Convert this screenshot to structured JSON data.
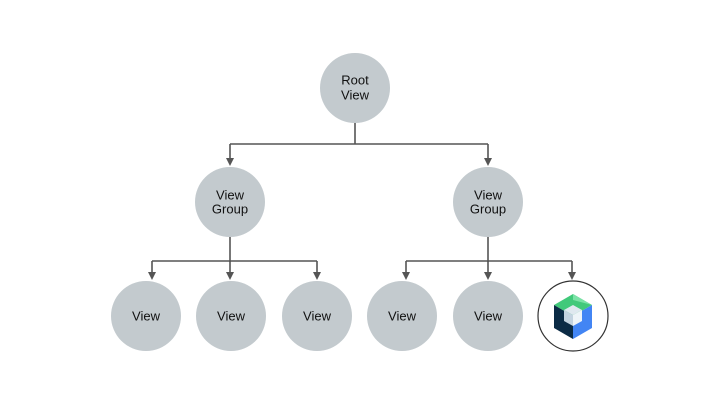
{
  "colors": {
    "node_fill": "#c3cace",
    "connector": "#555555",
    "logo_ring": "#333333",
    "logo_green": "#41c97a",
    "logo_green_light": "#7be2a6",
    "logo_blue": "#4285f4",
    "logo_dark": "#0b2b45",
    "logo_hex_face": "#dfe8ef"
  },
  "diagram": {
    "root": {
      "line1": "Root",
      "line2": "View"
    },
    "groups": [
      {
        "line1": "View",
        "line2": "Group"
      },
      {
        "line1": "View",
        "line2": "Group"
      }
    ],
    "leaves": [
      {
        "label": "View"
      },
      {
        "label": "View"
      },
      {
        "label": "View"
      },
      {
        "label": "View"
      },
      {
        "label": "View"
      }
    ],
    "special_leaf_icon": "jetpack-compose-logo-icon"
  }
}
